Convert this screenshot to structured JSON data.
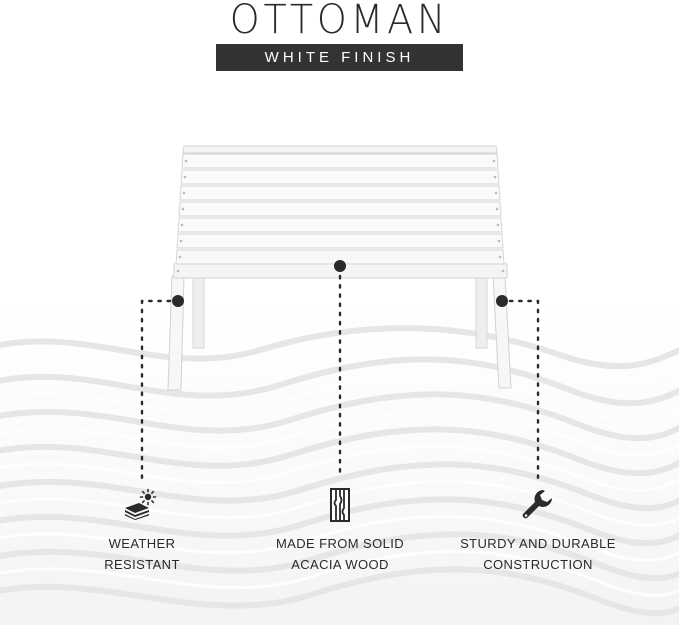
{
  "product": {
    "title": "OTTOMAN",
    "subtitle": "WHITE FINISH"
  },
  "features": [
    {
      "icon": "weather-icon",
      "line1": "WEATHER",
      "line2": "RESISTANT"
    },
    {
      "icon": "wood-grain-icon",
      "line1": "MADE FROM SOLID",
      "line2": "ACACIA WOOD"
    },
    {
      "icon": "wrench-icon",
      "line1": "STURDY AND DURABLE",
      "line2": "CONSTRUCTION"
    }
  ],
  "colors": {
    "text": "#2a2a2a",
    "badge": "#353233",
    "marker": "#2a2a2a",
    "wave": "#e9e9e9",
    "ottoman": "#f7f8f9"
  }
}
